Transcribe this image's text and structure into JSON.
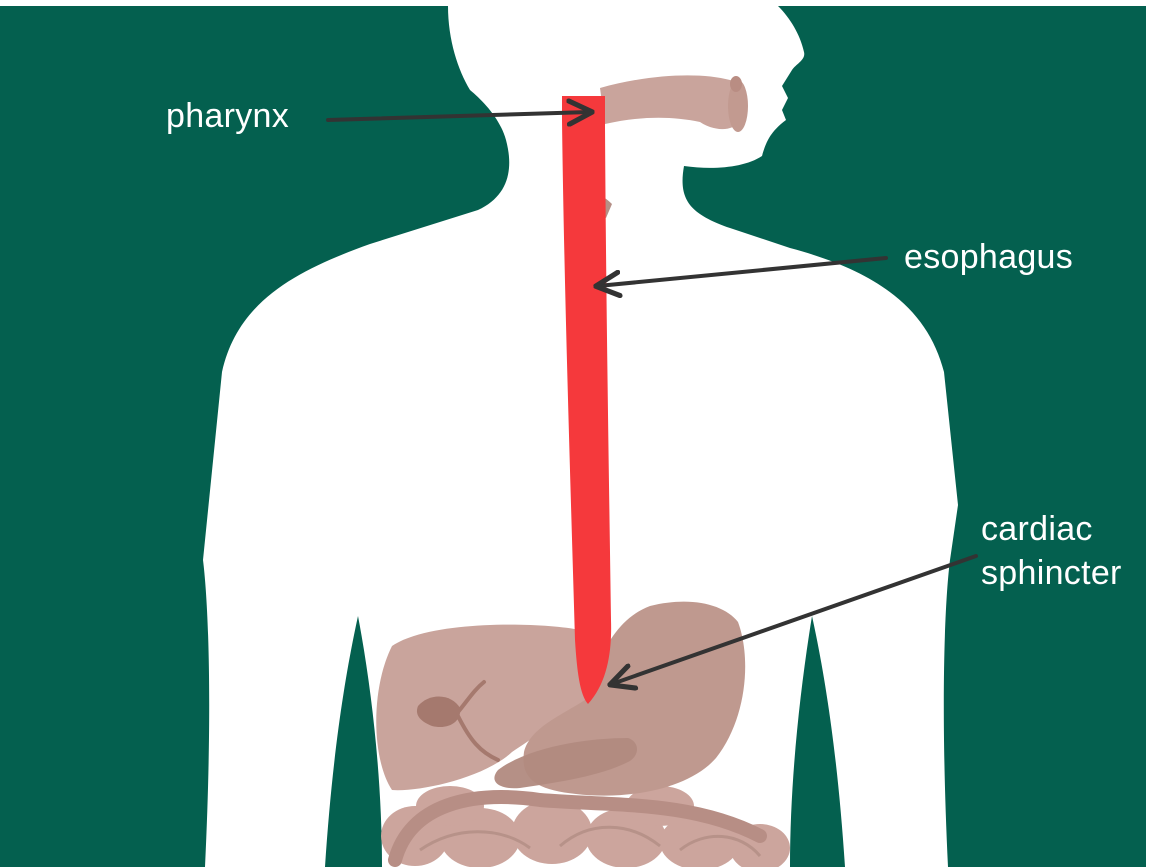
{
  "diagram": {
    "labels": {
      "pharynx": "pharynx",
      "esophagus": "esophagus",
      "cardiac_line1": "cardiac",
      "cardiac_line2": "sphincter"
    },
    "colors": {
      "background": "#04604f",
      "silhouette": "#ffffff",
      "esophagus": "#f5393c",
      "organs": "#c9a49c",
      "organs_dark": "#a5796e",
      "arrow": "#333333",
      "label_text": "#ffffff"
    }
  }
}
